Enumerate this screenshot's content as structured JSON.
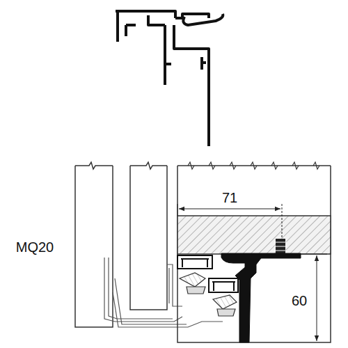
{
  "diagram": {
    "labels": [
      "MQ20",
      "71",
      "60"
    ]
  }
}
